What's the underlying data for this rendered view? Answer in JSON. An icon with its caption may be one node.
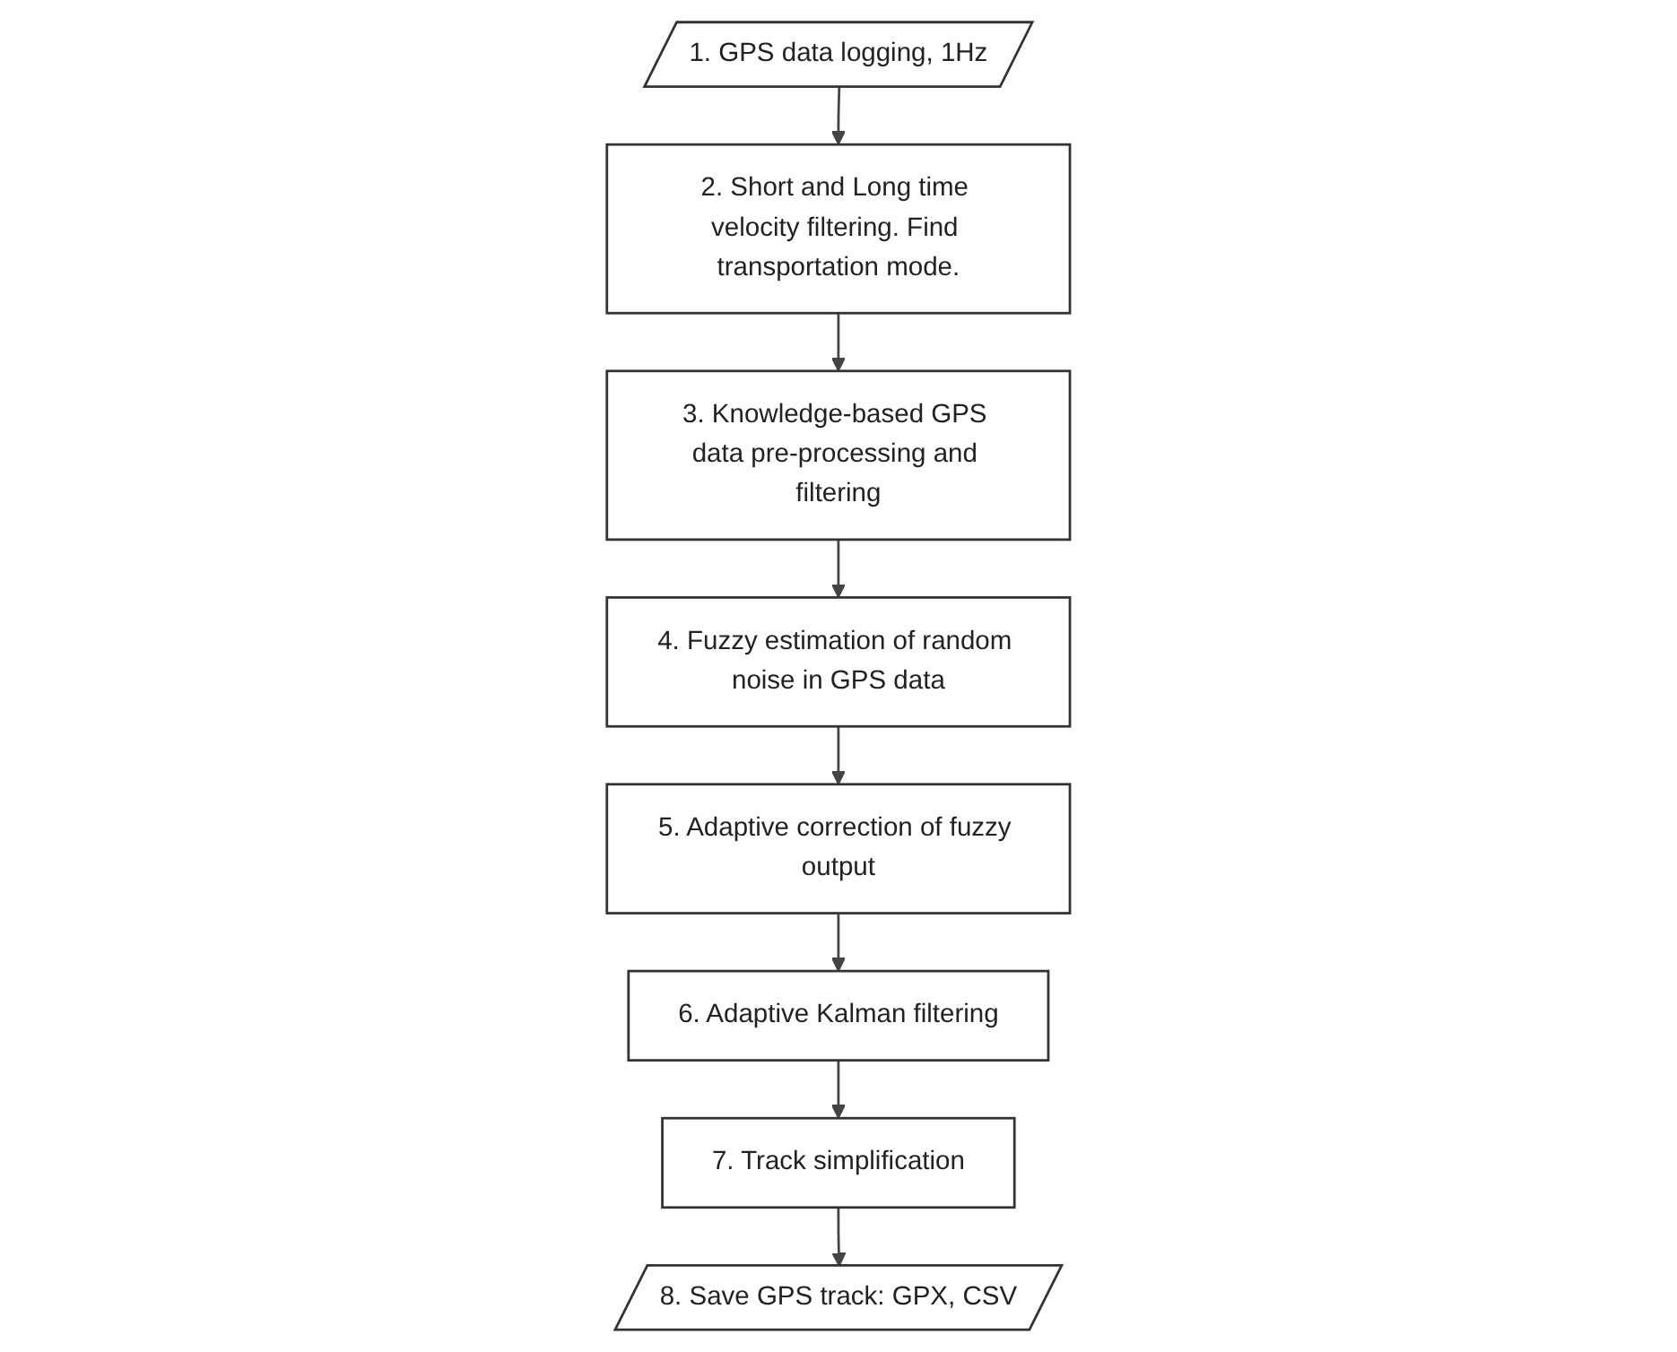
{
  "diagram": {
    "nodes": [
      {
        "text": [
          "1. GPS data logging, 1Hz"
        ]
      },
      {
        "text": [
          "2. Short and Long time velocity filtering. Find transportation mode."
        ]
      },
      {
        "text": [
          "3. Knowledge-based GPS data pre-processing and filtering"
        ]
      },
      {
        "text": [
          "4. Fuzzy estimation of random noise in GPS data"
        ]
      },
      {
        "text": [
          "5. Adaptive correction of fuzzy output"
        ]
      },
      {
        "text": [
          "6. Adaptive Kalman filtering"
        ]
      },
      {
        "text": [
          "7. Track simplification"
        ]
      },
      {
        "text": [
          "8. Save GPS track: GPX, CSV"
        ]
      }
    ],
    "edges": [
      {
        "from": 0,
        "to": 1,
        "arrow": "to"
      },
      {
        "from": 1,
        "to": 2,
        "arrow": "to"
      },
      {
        "from": 2,
        "to": 3,
        "arrow": "to"
      },
      {
        "from": 3,
        "to": 4,
        "arrow": "to"
      },
      {
        "from": 4,
        "to": 5,
        "arrow": "to"
      },
      {
        "from": 5,
        "to": 6,
        "arrow": "to"
      },
      {
        "from": 6,
        "to": 7,
        "arrow": "to"
      }
    ]
  }
}
